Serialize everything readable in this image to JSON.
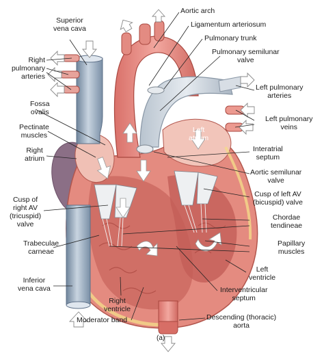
{
  "caption": "(a)",
  "labels": [
    {
      "id": "superior-vena-cava",
      "lines": [
        "Superior",
        "vena cava"
      ]
    },
    {
      "id": "aortic-arch",
      "lines": [
        "Aortic arch"
      ]
    },
    {
      "id": "ligamentum-arteriosum",
      "lines": [
        "Ligamentum arteriosum"
      ]
    },
    {
      "id": "pulmonary-trunk",
      "lines": [
        "Pulmonary trunk"
      ]
    },
    {
      "id": "pulmonary-semilunar-valve",
      "lines": [
        "Pulmonary semilunar",
        "valve"
      ]
    },
    {
      "id": "right-pulmonary-arteries",
      "lines": [
        "Right",
        "pulmonary",
        "arteries"
      ]
    },
    {
      "id": "left-pulmonary-arteries",
      "lines": [
        "Left pulmonary",
        "arteries"
      ]
    },
    {
      "id": "fossa-ovalis",
      "lines": [
        "Fossa",
        "ovalis"
      ]
    },
    {
      "id": "left-pulmonary-veins",
      "lines": [
        "Left pulmonary",
        "veins"
      ]
    },
    {
      "id": "pectinate-muscles",
      "lines": [
        "Pectinate",
        "muscles"
      ]
    },
    {
      "id": "left-atrium",
      "lines": [
        "Left",
        "atrium"
      ]
    },
    {
      "id": "right-atrium",
      "lines": [
        "Right",
        "atrium"
      ]
    },
    {
      "id": "interatrial-septum",
      "lines": [
        "Interatrial",
        "septum"
      ]
    },
    {
      "id": "aortic-semilunar-valve",
      "lines": [
        "Aortic semilunar",
        "valve"
      ]
    },
    {
      "id": "cusp-right-av",
      "lines": [
        "Cusp of",
        "right AV",
        "(tricuspid)",
        "valve"
      ]
    },
    {
      "id": "cusp-left-av",
      "lines": [
        "Cusp of left AV",
        "(bicuspid) valve"
      ]
    },
    {
      "id": "chordae-tendineae",
      "lines": [
        "Chordae",
        "tendineae"
      ]
    },
    {
      "id": "trabeculae-carneae",
      "lines": [
        "Trabeculae",
        "carneae"
      ]
    },
    {
      "id": "papillary-muscles",
      "lines": [
        "Papillary",
        "muscles"
      ]
    },
    {
      "id": "left-ventricle",
      "lines": [
        "Left",
        "ventricle"
      ]
    },
    {
      "id": "inferior-vena-cava",
      "lines": [
        "Inferior",
        "vena cava"
      ]
    },
    {
      "id": "interventricular-septum",
      "lines": [
        "Interventricular",
        "septum"
      ]
    },
    {
      "id": "right-ventricle",
      "lines": [
        "Right",
        "ventricle"
      ]
    },
    {
      "id": "moderator-band",
      "lines": [
        "Moderator band"
      ]
    },
    {
      "id": "descending-aorta",
      "lines": [
        "Descending (thoracic)",
        "aorta"
      ]
    }
  ],
  "colors": {
    "heart_muscle": "#e5897f",
    "heart_dark": "#b95a52",
    "chamber_inner": "#f3c9bf",
    "vena_cava": "#8fa3b8",
    "vena_cava_light": "#c3d0dc",
    "valve": "#eef0f2",
    "flow_arrow": "#ffffff",
    "leader_line": "#222222"
  }
}
